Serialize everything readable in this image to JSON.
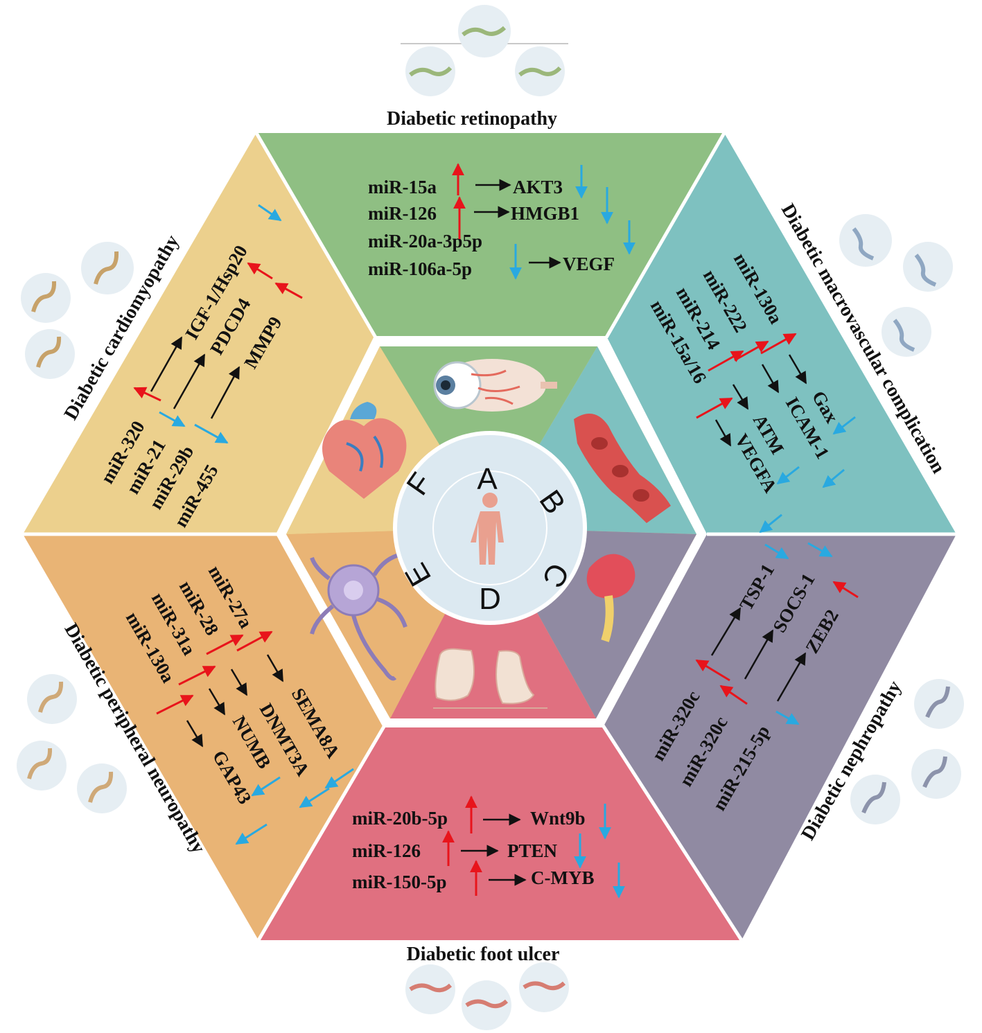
{
  "colors": {
    "retinopathy": "#8fbf83",
    "macrovascular": "#7ec1c0",
    "nephropathy": "#908aa2",
    "foot_ulcer": "#e07080",
    "neuropathy": "#e9b475",
    "cardiomyopathy": "#ecd08d",
    "up_arrow": "#e8141b",
    "down_arrow": "#29a9e0",
    "center_circle": "#dce9f1"
  },
  "center": {
    "letters": [
      "A",
      "B",
      "C",
      "D",
      "E",
      "F"
    ],
    "icon": "human-body-icon"
  },
  "sections": {
    "retinopathy": {
      "title": "Diabetic retinopathy",
      "icon": "eye-icon",
      "mirnas": [
        "miR-15a",
        "miR-126",
        "miR-20a-3p5p",
        "miR-106a-5p"
      ],
      "genes": [
        "AKT3",
        "HMGB1",
        "VEGF"
      ]
    },
    "macrovascular": {
      "title": "Diabetic macrovascular complication",
      "icon": "blood-vessel-icon",
      "mirnas": [
        "miR-130a",
        "miR-222",
        "miR-214",
        "miR-15a/16"
      ],
      "genes": [
        "Gax",
        "ICAM-1",
        "ATM",
        "VEGFA"
      ]
    },
    "nephropathy": {
      "title": "Diabetic nephropathy",
      "icon": "kidney-icon",
      "mirnas": [
        "miR-320c",
        "miR-320c",
        "miR-215-5p"
      ],
      "genes": [
        "TSP-1",
        "SOCS-1",
        "ZEB2"
      ]
    },
    "foot_ulcer": {
      "title": "Diabetic foot ulcer",
      "icon": "feet-icon",
      "mirnas": [
        "miR-20b-5p",
        "miR-126",
        "miR-150-5p"
      ],
      "genes": [
        "Wnt9b",
        "PTEN",
        "C-MYB"
      ]
    },
    "neuropathy": {
      "title": "Diabetic peripheral neuropathy",
      "icon": "neuron-icon",
      "mirnas": [
        "miR-27a",
        "miR-28",
        "miR-31a",
        "miR-130a"
      ],
      "genes": [
        "SEMA8A",
        "DNMT3A",
        "NUMB",
        "GAP43"
      ]
    },
    "cardiomyopathy": {
      "title": "Diabetic cardiomyopathy",
      "icon": "heart-icon",
      "mirnas": [
        "miR-320",
        "miR-21",
        "miR-29b",
        "miR-455"
      ],
      "genes": [
        "IGF-1/Hsp20",
        "PDCD4",
        "MMP9"
      ]
    }
  }
}
